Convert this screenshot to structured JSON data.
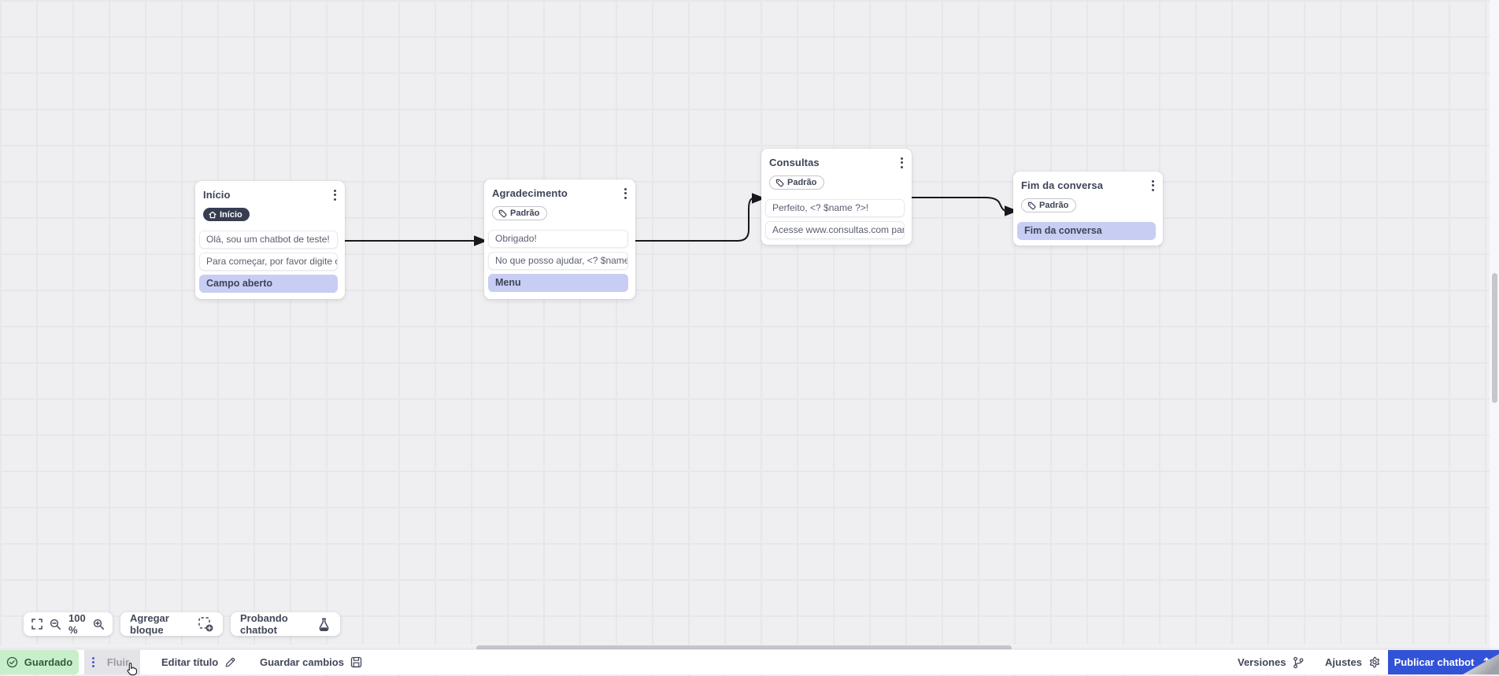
{
  "canvas": {
    "zoom_value": "100 %",
    "add_block_label": "Agregar bloque",
    "test_chatbot_label": "Probando chatbot"
  },
  "flow": {
    "nodes": [
      {
        "title": "Início",
        "badge": "Início",
        "items": [
          "Olá, sou um chatbot de teste!",
          "Para começar, por favor digite o ...",
          "Campo aberto"
        ]
      },
      {
        "title": "Agradecimento",
        "badge": "Padrão",
        "items": [
          "Obrigado!",
          "No que posso ajudar, <? $name ...",
          "Menu"
        ]
      },
      {
        "title": "Consultas",
        "badge": "Padrão",
        "items": [
          "Perfeito, <? $name ?>!",
          "Acesse www.consultas.com par..."
        ]
      },
      {
        "title": "Fim da conversa",
        "badge": "Padrão",
        "items": [
          "Fim da conversa"
        ]
      }
    ]
  },
  "statusbar": {
    "saved": "Guardado",
    "flow_tab": "Fluir",
    "edit_title": "Editar título",
    "save_changes": "Guardar cambios",
    "versions": "Versiones",
    "settings": "Ajustes",
    "publish": "Publicar chatbot"
  },
  "icons": {
    "fullscreen": "corner-brackets",
    "zoom_out": "magnifier-minus",
    "zoom_in": "magnifier-plus",
    "add_block": "dashed-square-plus",
    "test_chatbot": "flask",
    "saved": "check-circle",
    "node_menu": "kebab-dots",
    "start_badge": "home",
    "default_badge": "tag",
    "edit": "pencil",
    "save": "floppy-disk",
    "versions": "git-branch",
    "settings": "gear",
    "publish": "upload-arrow",
    "cursor": "hand-pointer"
  },
  "colors": {
    "accent": "#3353d6",
    "lavender": "#c7cdf3",
    "saved_green": "#c9efca",
    "badge_dark": "#383d52"
  }
}
